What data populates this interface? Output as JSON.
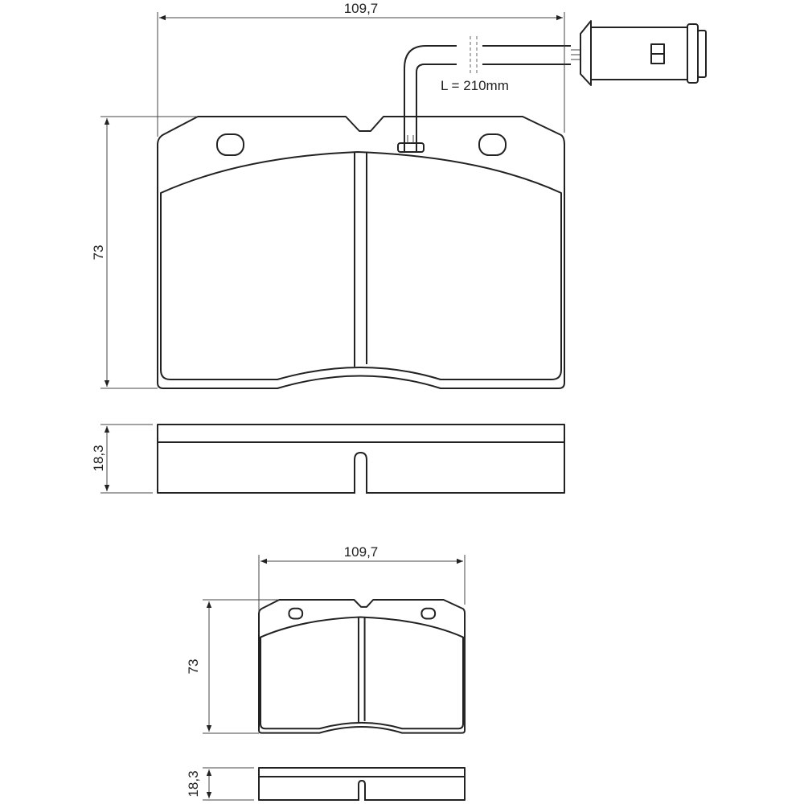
{
  "large_pad": {
    "width_label": "109,7",
    "height_label": "73",
    "thickness_label": "18,3",
    "sensor_length_label": "L = 210mm"
  },
  "small_pad": {
    "width_label": "109,7",
    "height_label": "73",
    "thickness_label": "18,3"
  }
}
